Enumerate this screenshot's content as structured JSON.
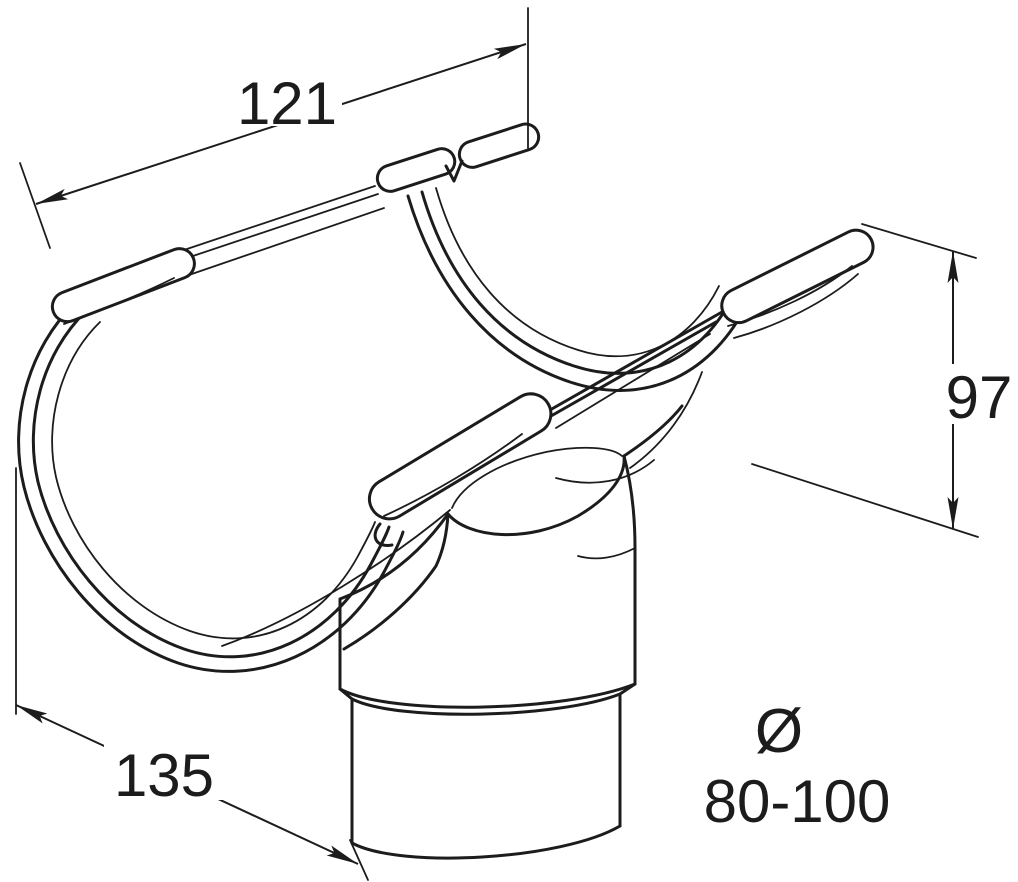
{
  "drawing": {
    "dimensions": {
      "top_width": "121",
      "right_height": "97",
      "bottom_width": "135",
      "diameter_symbol": "Ø",
      "diameter_range": "80-100"
    },
    "colors": {
      "line": "#1c1c1c",
      "background": "#ffffff"
    }
  }
}
